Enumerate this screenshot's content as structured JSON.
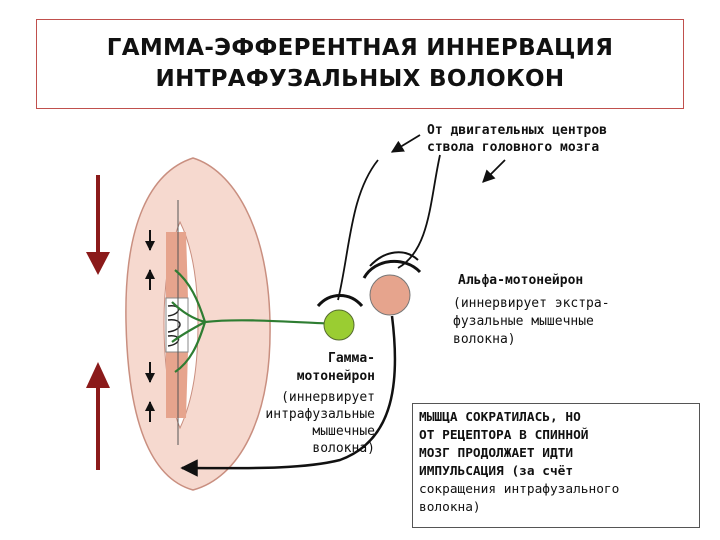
{
  "title": {
    "line1": "ГАММА-ЭФФЕРЕНТНАЯ ИННЕРВАЦИЯ",
    "line2": "ИНТРАФУЗАЛЬНЫХ ВОЛОКОН"
  },
  "brainstem_label": {
    "line1": "От двигательных центров",
    "line2": "ствола головного мозга"
  },
  "alpha_label": {
    "name": "Альфа-мотонейрон",
    "desc1": "(иннервирует экстра-",
    "desc2": "фузальные мышечные",
    "desc3": "волокна)"
  },
  "gamma_label": {
    "name1": "Гамма-",
    "name2": "мотонейрон",
    "desc1": "(иннервирует",
    "desc2": "интрафузальные",
    "desc3": "мышечные",
    "desc4": "волокна)"
  },
  "note": {
    "line1": "МЫШЦА СОКРАТИЛАСЬ, НО",
    "line2": "ОТ РЕЦЕПТОРА В СПИННОЙ",
    "line3": "МОЗГ ПРОДОЛЖАЕТ ИДТИ",
    "line4": "ИМПУЛЬСАЦИЯ (за счёт",
    "line5": "сокращения интрафузального",
    "line6": "волокна)"
  },
  "colors": {
    "muscle_fill": "#f6d9cf",
    "muscle_stroke": "#c98f80",
    "intrafusal_fill": "#e6a48d",
    "alpha_neuron": "#e6a48d",
    "gamma_neuron": "#9acd32",
    "gamma_fiber": "#2e7d32",
    "arrow_red": "#8b1a1a",
    "title_border": "#c0504d"
  }
}
